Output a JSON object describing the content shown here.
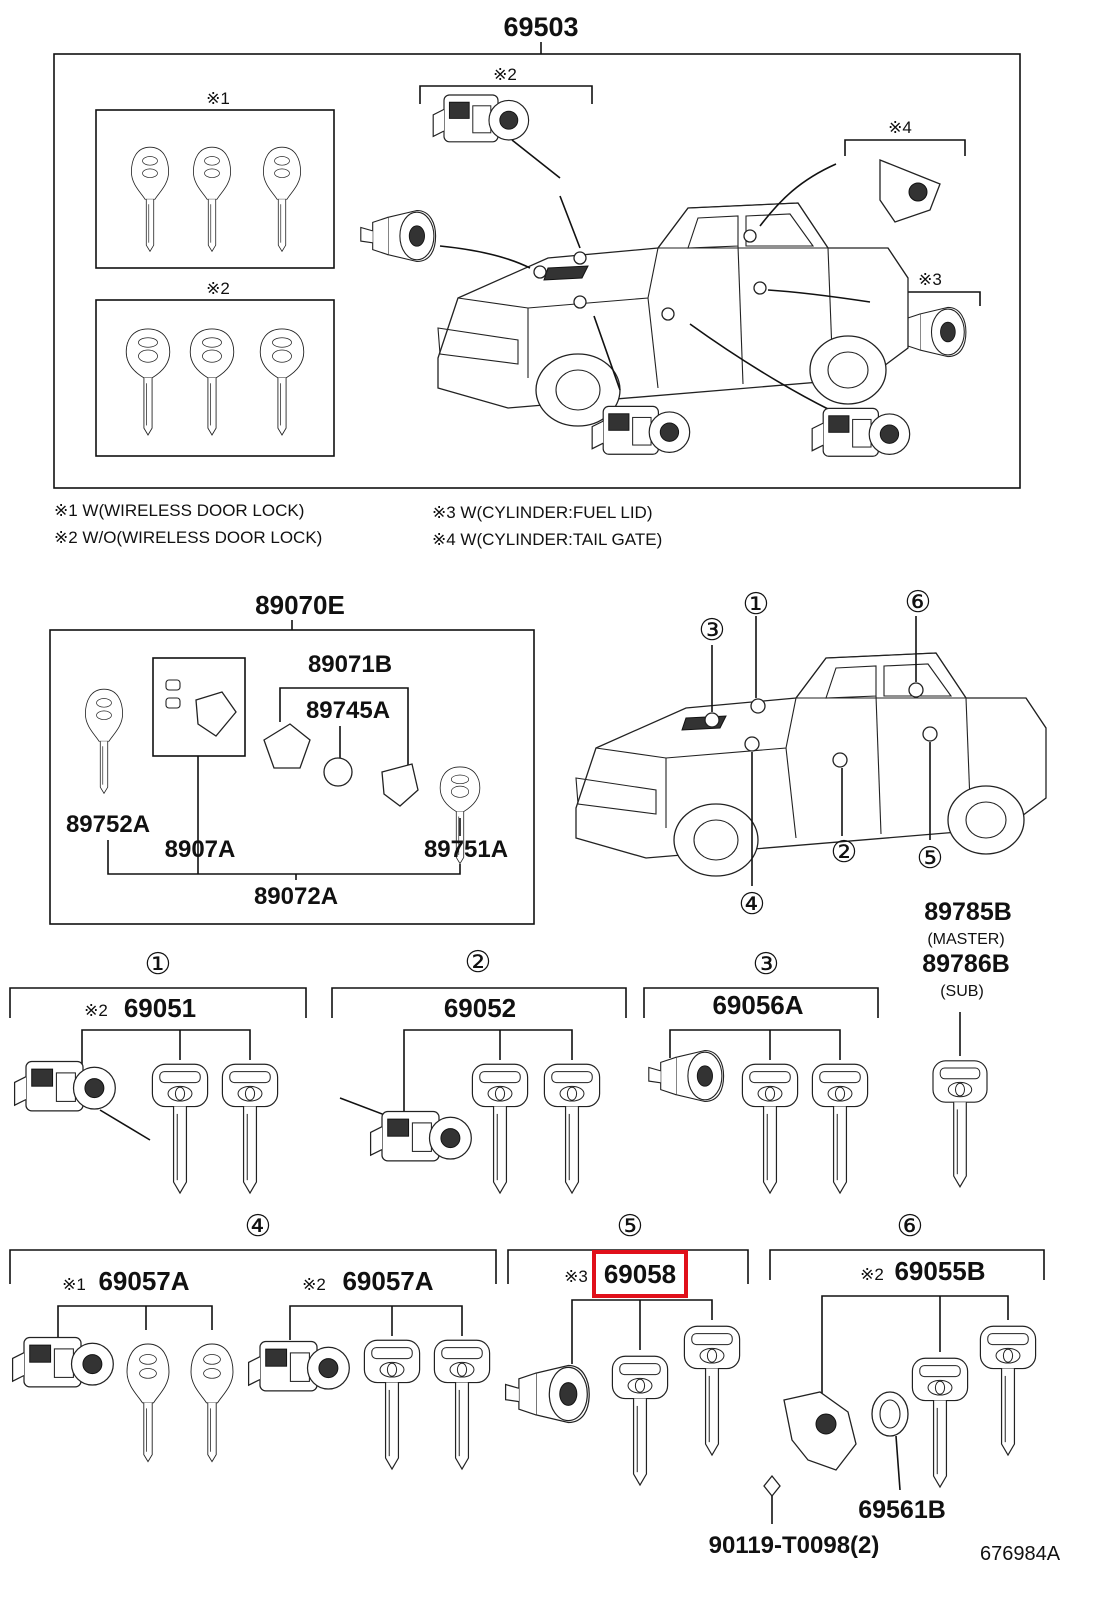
{
  "top": {
    "assembly": "69503",
    "marks": {
      "m1": "※1",
      "m2": "※2",
      "m3": "※3",
      "m4": "※4"
    },
    "legend": [
      "※1 W(WIRELESS DOOR LOCK)",
      "※2 W/O(WIRELESS DOOR LOCK)",
      "※3 W(CYLINDER:FUEL LID)",
      "※4 W(CYLINDER:TAIL GATE)"
    ]
  },
  "transmitter": {
    "assembly": "89070E",
    "parts": {
      "a": "89071B",
      "b": "89745A",
      "c": "89752A",
      "d": "8907A",
      "e": "89751A",
      "f": "89072A"
    }
  },
  "truck2": {
    "positions": [
      "①",
      "②",
      "③",
      "④",
      "⑤",
      "⑥"
    ]
  },
  "master_key": {
    "part1": "89785B",
    "part1_note": "(MASTER)",
    "part2": "89786B",
    "part2_note": "(SUB)"
  },
  "groups": [
    {
      "pos": "①",
      "mark": "※2",
      "part": "69051"
    },
    {
      "pos": "②",
      "mark": "",
      "part": "69052"
    },
    {
      "pos": "③",
      "mark": "",
      "part": "69056A"
    },
    {
      "pos": "④",
      "mark": "",
      "part": ""
    },
    {
      "pos": "⑤",
      "mark": "※3",
      "part": "69058",
      "highlighted": true
    },
    {
      "pos": "⑥",
      "mark": "※2",
      "part": "69055B"
    }
  ],
  "group4": {
    "sub1_mark": "※1",
    "sub1_part": "69057A",
    "sub2_mark": "※2",
    "sub2_part": "69057A"
  },
  "extra_parts": {
    "p1": "69561B",
    "p2": "90119-T0098(2)"
  },
  "figure_id": "676984A",
  "colors": {
    "highlight": "#e0101a",
    "line": "#111111"
  }
}
